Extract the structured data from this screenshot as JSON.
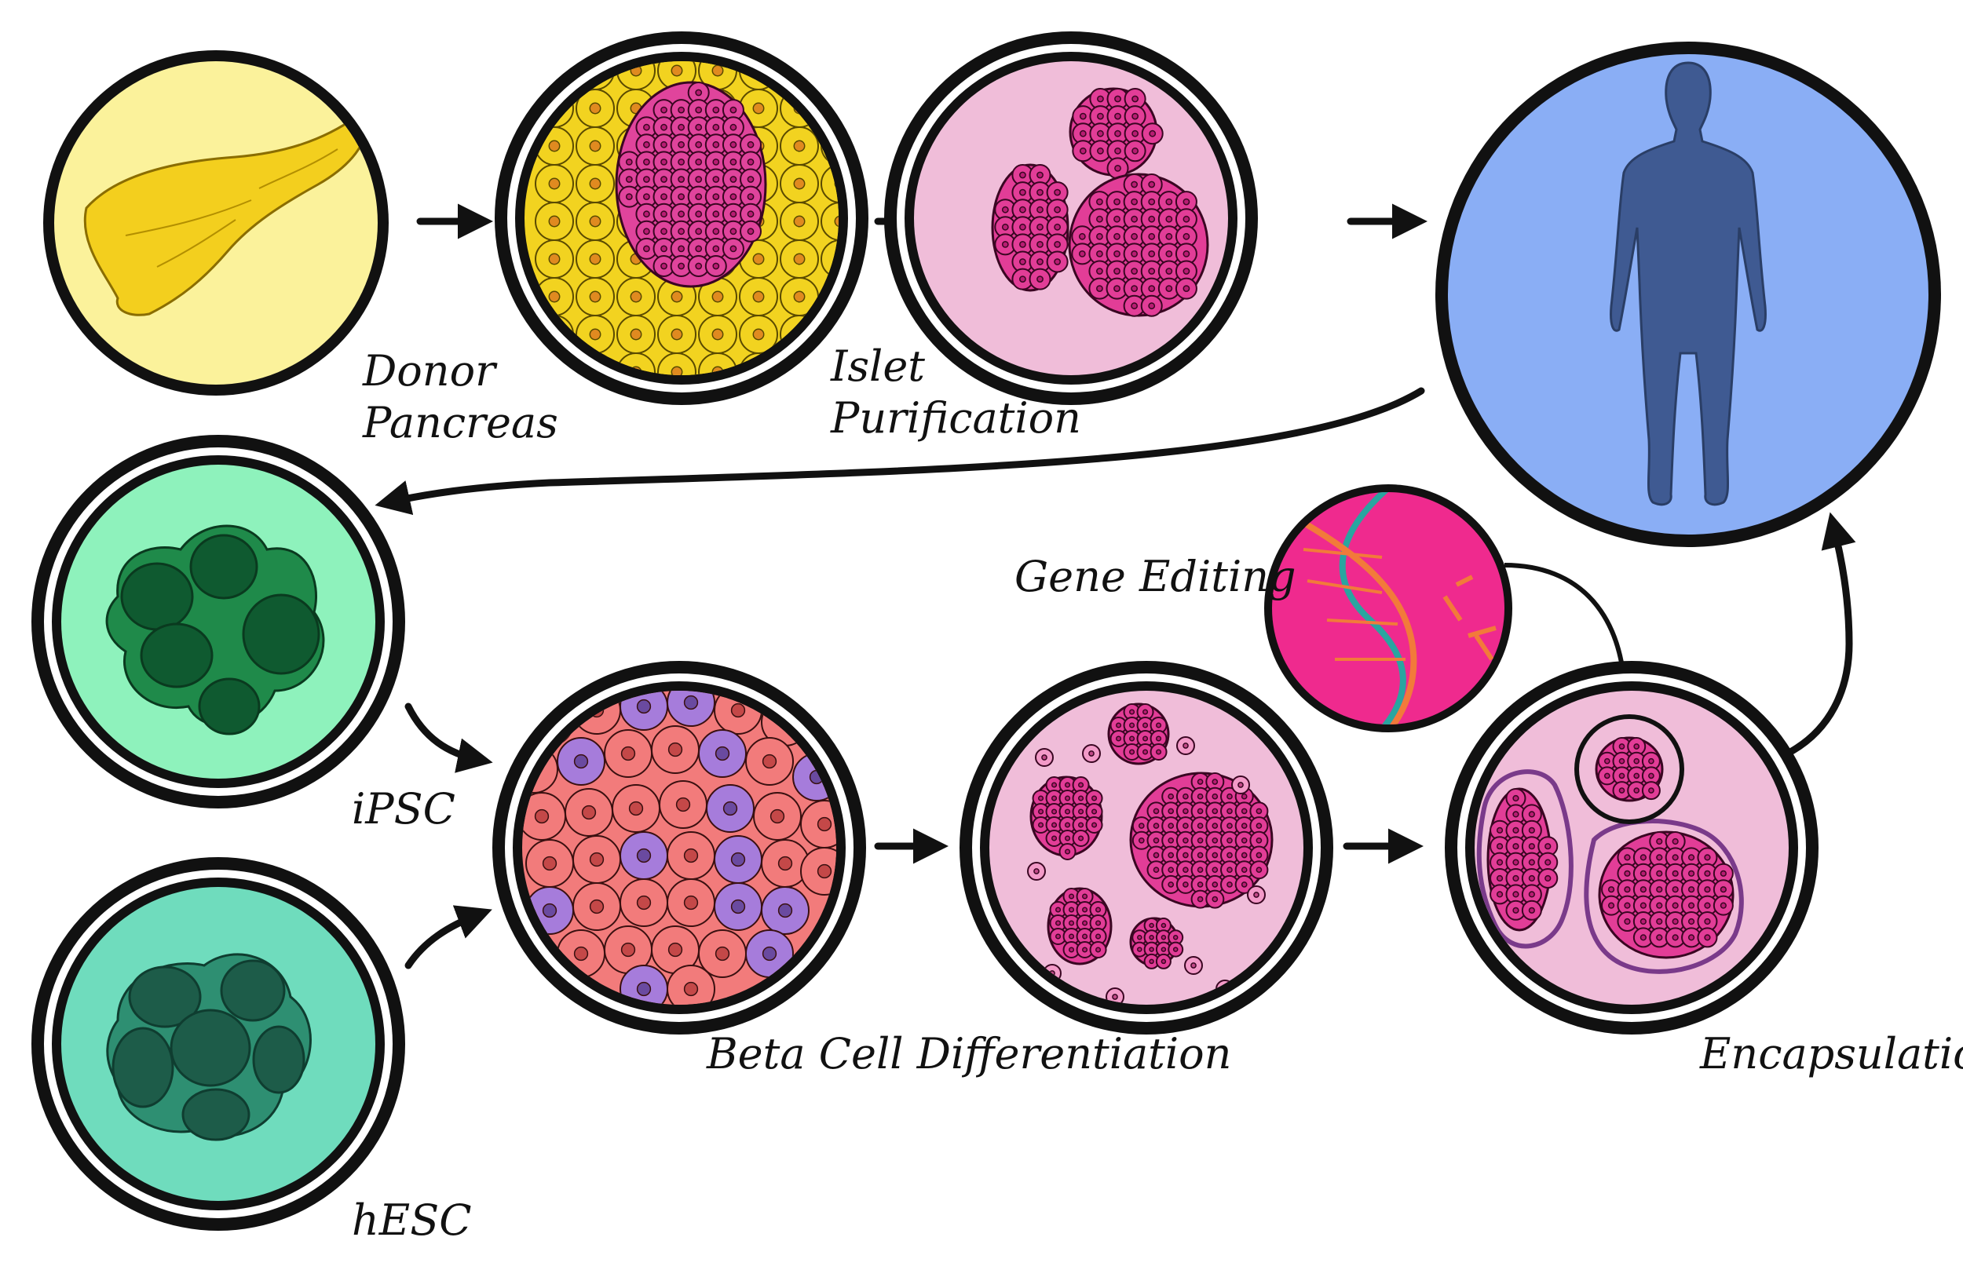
{
  "stages": {
    "donor_pancreas": "Donor\nPancreas",
    "islet_purification": "Islet\nPurification",
    "ipsc": "iPSC",
    "hesc": "hESC",
    "beta_cell_differentiation": "Beta Cell Differentiation",
    "gene_editing": "Gene Editing",
    "encapsulation": "Encapsulation"
  },
  "colors": {
    "pancreas_bg": "#fbf29b",
    "pancreas_organ": "#f3cf1e",
    "islet_tissue": "#f2d320",
    "islet_cluster": "#e0449c",
    "pink_bg": "#f0bdd9",
    "cell_pink": "#e23d97",
    "patient_bg": "#8aaef5",
    "silhouette": "#3f5a92",
    "ipsc_bg": "#8ef2bc",
    "ipsc_cell": "#1f8a4a",
    "ipsc_nucleus": "#0f5a30",
    "hesc_bg": "#6fdcbd",
    "hesc_cell": "#2e8f72",
    "hesc_nucleus": "#1d5c49",
    "diff_red": "#f27b7b",
    "diff_purple": "#a67cdb",
    "gene_bg": "#ef2a8e",
    "dna_teal": "#29a5a0",
    "dna_orange": "#f27a3a",
    "capsule_outline": "#7a3a8a"
  },
  "icons": [
    "pancreas-icon",
    "human-silhouette-icon",
    "dna-helix-icon",
    "arrow-icon"
  ]
}
